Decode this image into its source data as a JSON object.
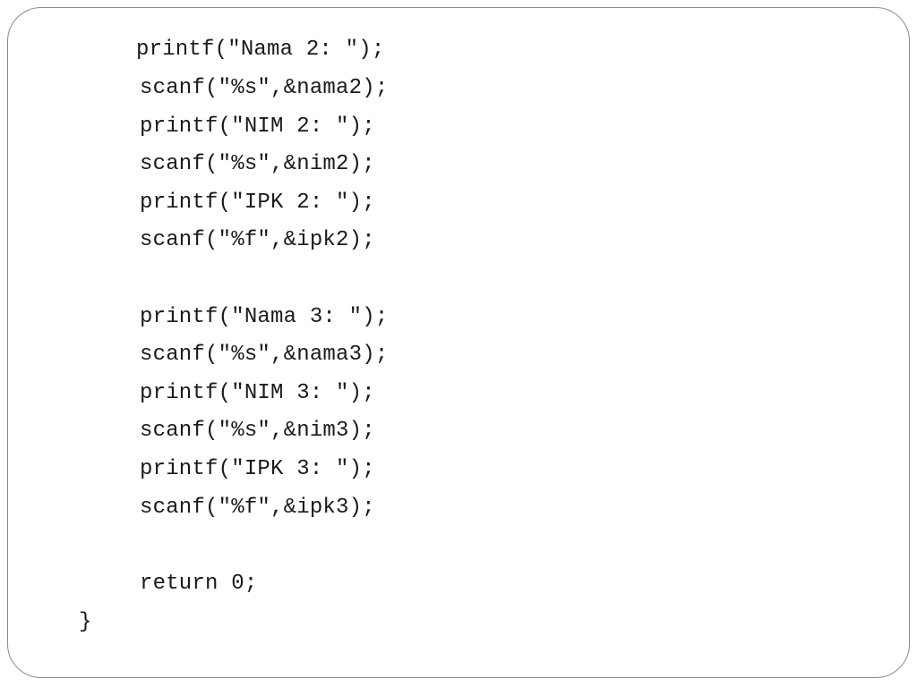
{
  "code": {
    "lines": [
      "printf(\"Nama 2: \");",
      "scanf(\"%s\",&nama2);",
      "printf(\"NIM 2: \");",
      "scanf(\"%s\",&nim2);",
      "printf(\"IPK 2: \");",
      "scanf(\"%f\",&ipk2);",
      "printf(\"Nama 3: \");",
      "scanf(\"%s\",&nama3);",
      "printf(\"NIM 3: \");",
      "scanf(\"%s\",&nim3);",
      "printf(\"IPK 3: \");",
      "scanf(\"%f\",&ipk3);",
      "return 0;",
      "}"
    ]
  }
}
